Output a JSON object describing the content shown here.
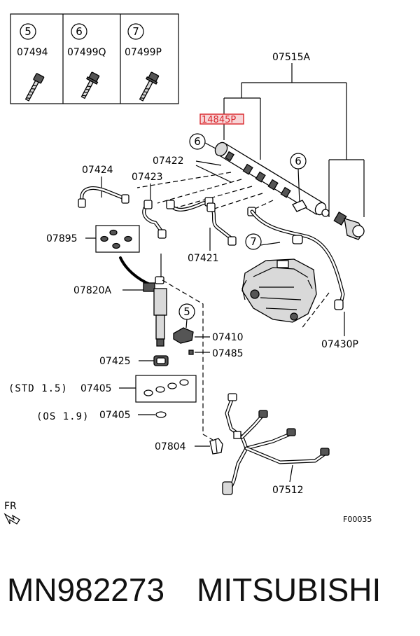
{
  "legend": {
    "items": [
      {
        "num": "5",
        "code": "07494"
      },
      {
        "num": "6",
        "code": "07499Q"
      },
      {
        "num": "7",
        "code": "07499P"
      }
    ]
  },
  "callouts": {
    "c6_top": "6",
    "c6_right": "6",
    "c7": "7",
    "c5_mid": "5"
  },
  "parts": {
    "p07515A": "07515A",
    "p14845P": "14845P",
    "p07422": "07422",
    "p07424": "07424",
    "p07423": "07423",
    "p07895": "07895",
    "p07421": "07421",
    "p07820A": "07820A",
    "p07410": "07410",
    "p07485": "07485",
    "p07425": "07425",
    "p07430P": "07430P",
    "p07405_std_note": "(STD 1.5)",
    "p07405_std": "07405",
    "p07405_os_note": "(OS 1.9)",
    "p07405_os": "07405",
    "p07804": "07804",
    "p07512": "07512"
  },
  "direction": {
    "label": "FR"
  },
  "figure_code": "F00035",
  "footer": {
    "part_number": "MN982273",
    "brand": "MITSUBISHI"
  }
}
